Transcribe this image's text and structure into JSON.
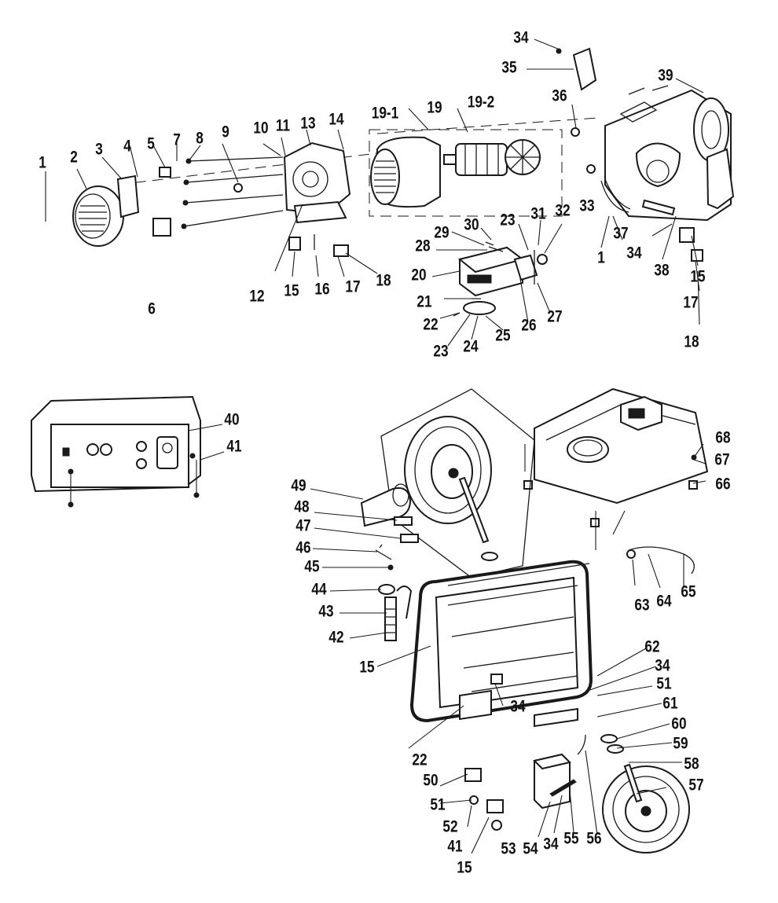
{
  "callouts": [
    "1",
    "2",
    "3",
    "4",
    "5",
    "6",
    "7",
    "8",
    "9",
    "10",
    "11",
    "12",
    "13",
    "14",
    "15",
    "16",
    "17",
    "18",
    "19",
    "19-1",
    "19-2",
    "20",
    "21",
    "22",
    "23",
    "24",
    "25",
    "26",
    "27",
    "28",
    "29",
    "30",
    "31",
    "32",
    "33",
    "34",
    "35",
    "36",
    "37",
    "38",
    "39",
    "40",
    "41",
    "42",
    "43",
    "44",
    "45",
    "46",
    "47",
    "48",
    "49",
    "50",
    "51",
    "52",
    "53",
    "54",
    "55",
    "56",
    "57",
    "58",
    "59",
    "60",
    "61",
    "62",
    "63",
    "64",
    "65",
    "66",
    "67",
    "68"
  ]
}
